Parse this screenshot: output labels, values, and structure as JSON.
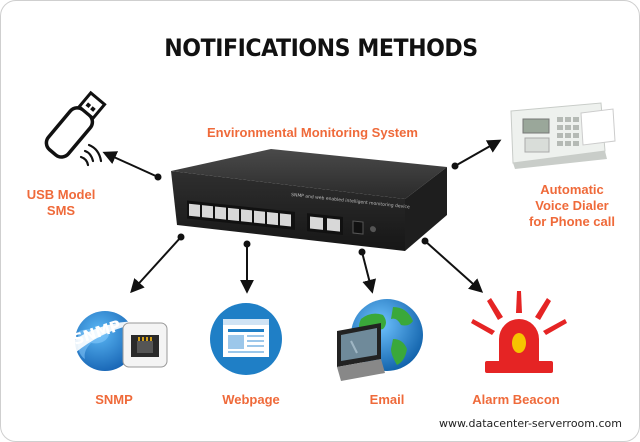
{
  "title": "NOTIFICATIONS METHODS",
  "center": {
    "label": "Environmental Monitoring System",
    "device_text": "SNMP and web enabled intelligent monitoring device"
  },
  "nodes": {
    "usb": {
      "label": "USB Model\nSMS",
      "line1": "USB Model",
      "line2": "SMS"
    },
    "dialer": {
      "line1": "Automatic",
      "line2": "Voice Dialer",
      "line3": "for Phone call"
    },
    "snmp": {
      "label": "SNMP",
      "logo_text": "SNMP"
    },
    "webpage": {
      "label": "Webpage"
    },
    "email": {
      "label": "Email"
    },
    "alarm": {
      "label": "Alarm Beacon"
    }
  },
  "footer": {
    "url": "www.datacenter-serverroom.com"
  },
  "colors": {
    "accent": "#ef6a3a",
    "device": "#2a2a2a",
    "web_blue": "#1f7fc6",
    "alarm_red": "#e52424"
  }
}
